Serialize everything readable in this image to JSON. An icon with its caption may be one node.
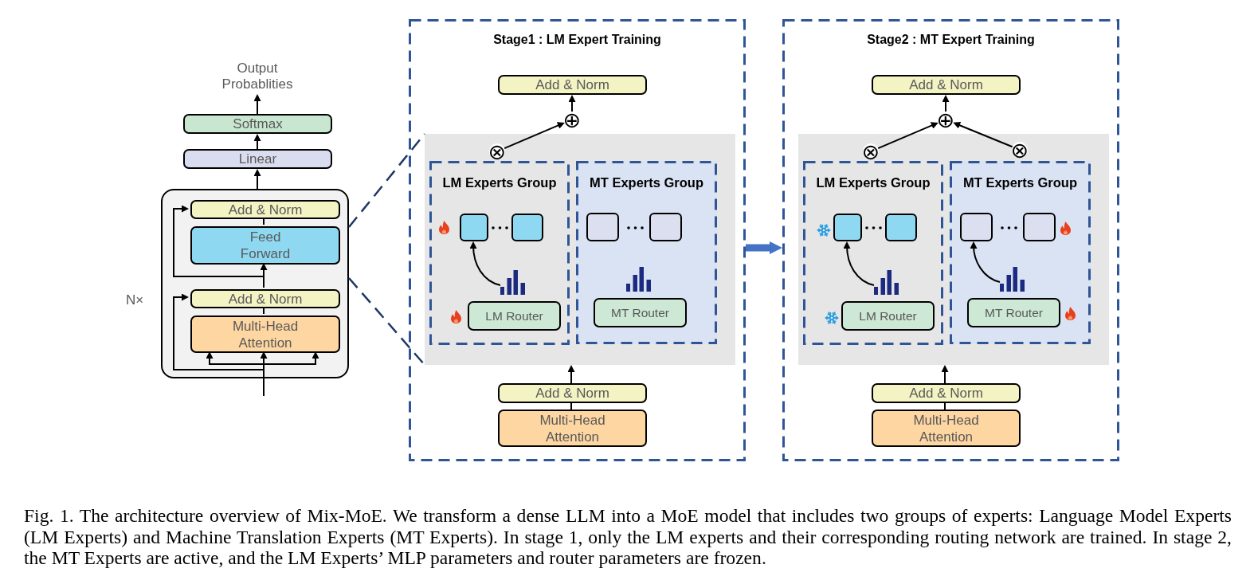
{
  "diagram": {
    "caption": "Fig. 1. The architecture overview of Mix-MoE. We transform a dense LLM into a MoE model that includes two groups of experts: Language Model Experts (LM Experts) and Machine Translation Experts (MT Experts). In stage 1, only the LM experts and their corresponding routing network are trained. In stage 2, the MT Experts are active, and the LM Experts’ MLP parameters and router parameters are frozen.",
    "nodes": [
      {
        "text": [
          "Output Probablities"
        ]
      },
      {
        "text": [
          "Softmax"
        ]
      },
      {
        "text": [
          "Linear"
        ]
      },
      {
        "text": [],
        "shape": "box",
        "beside": [
          "N×"
        ]
      },
      {
        "text": [
          "Add & Norm"
        ],
        "in": 3
      },
      {
        "text": [
          "Feed Forward"
        ],
        "in": 3
      },
      {
        "text": [
          "Add & Norm"
        ],
        "in": 3
      },
      {
        "text": [
          "Multi-Head Attention"
        ],
        "in": 3
      },
      {
        "text": [
          "Stage1 : LM Expert Training"
        ]
      },
      {
        "text": [
          "Add & Norm"
        ],
        "in": 8
      },
      {
        "text": [
          "⊕"
        ],
        "in": 8
      },
      {
        "text": [],
        "shape": "box",
        "in": 8
      },
      {
        "text": [
          "⊗"
        ],
        "in": 11
      },
      {
        "text": [
          "LM Experts Group"
        ],
        "in": 11
      },
      {
        "text": [],
        "shape": "box",
        "in": 13
      },
      {
        "text": [],
        "shape": "box",
        "in": 13
      },
      {
        "text": [],
        "shape": "picture",
        "in": 13
      },
      {
        "text": [
          "LM Router"
        ],
        "in": 13
      },
      {
        "text": [
          "MT Experts Group"
        ],
        "in": 11
      },
      {
        "text": [],
        "shape": "box",
        "in": 18
      },
      {
        "text": [],
        "shape": "box",
        "in": 18
      },
      {
        "text": [],
        "shape": "picture",
        "in": 18
      },
      {
        "text": [
          "MT Router"
        ],
        "in": 18
      },
      {
        "text": [
          "Add & Norm"
        ],
        "in": 8
      },
      {
        "text": [
          "Multi-Head Attention"
        ],
        "in": 8
      },
      {
        "text": [
          "Stage2 : MT Expert Training"
        ]
      },
      {
        "text": [
          "Add & Norm"
        ],
        "in": 25
      },
      {
        "text": [
          "⊕"
        ],
        "in": 25
      },
      {
        "text": [],
        "shape": "box",
        "in": 25
      },
      {
        "text": [
          "⊗"
        ],
        "in": 28
      },
      {
        "text": [
          "⊗"
        ],
        "in": 28
      },
      {
        "text": [
          "LM Experts Group"
        ],
        "in": 28
      },
      {
        "text": [],
        "shape": "box",
        "in": 31
      },
      {
        "text": [],
        "shape": "box",
        "in": 31
      },
      {
        "text": [],
        "shape": "picture",
        "in": 31
      },
      {
        "text": [
          "LM Router"
        ],
        "in": 31
      },
      {
        "text": [
          "MT Experts Group"
        ],
        "in": 28
      },
      {
        "text": [],
        "shape": "box",
        "in": 36
      },
      {
        "text": [],
        "shape": "box",
        "in": 36
      },
      {
        "text": [],
        "shape": "picture",
        "in": 36
      },
      {
        "text": [
          "MT Router"
        ],
        "in": 36
      },
      {
        "text": [
          "Add & Norm"
        ],
        "in": 25
      },
      {
        "text": [
          "Multi-Head Attention"
        ],
        "in": 25
      }
    ],
    "edges": [
      {
        "from": null,
        "to": 7,
        "arrow": "to"
      },
      {
        "from": null,
        "to": 7,
        "arrow": "to"
      },
      {
        "from": null,
        "to": 7,
        "arrow": "to"
      },
      {
        "from": null,
        "to": 6,
        "arrow": "to"
      },
      {
        "from": 7,
        "to": 6,
        "arrow": "none"
      },
      {
        "from": 6,
        "to": 5,
        "arrow": "to"
      },
      {
        "from": 6,
        "to": 4,
        "arrow": "to"
      },
      {
        "from": 5,
        "to": 4,
        "arrow": "none"
      },
      {
        "from": 3,
        "to": 2,
        "arrow": "to"
      },
      {
        "from": 2,
        "to": 1,
        "arrow": "to"
      },
      {
        "from": 1,
        "to": 0,
        "arrow": "to"
      },
      {
        "from": 3,
        "to": 11,
        "arrow": "none",
        "style": "dashed",
        "color": "#1f3864"
      },
      {
        "from": 3,
        "to": 11,
        "arrow": "none",
        "style": "dashed",
        "color": "#1f3864"
      },
      {
        "from": 12,
        "to": 10,
        "arrow": "to"
      },
      {
        "from": 10,
        "to": 9,
        "arrow": "to"
      },
      {
        "from": 16,
        "to": 14,
        "arrow": "to"
      },
      {
        "from": 23,
        "to": 11,
        "arrow": "to"
      },
      {
        "from": 24,
        "to": 23,
        "arrow": "none"
      },
      {
        "from": 8,
        "to": 25,
        "arrow": "to",
        "style": "thick",
        "color": "#4472c4"
      },
      {
        "from": 29,
        "to": 27,
        "arrow": "to"
      },
      {
        "from": 30,
        "to": 27,
        "arrow": "to"
      },
      {
        "from": 27,
        "to": 26,
        "arrow": "to"
      },
      {
        "from": 34,
        "to": 32,
        "arrow": "to"
      },
      {
        "from": 39,
        "to": 37,
        "arrow": "to"
      },
      {
        "from": 41,
        "to": 28,
        "arrow": "to"
      },
      {
        "from": 42,
        "to": 41,
        "arrow": "none"
      }
    ]
  }
}
